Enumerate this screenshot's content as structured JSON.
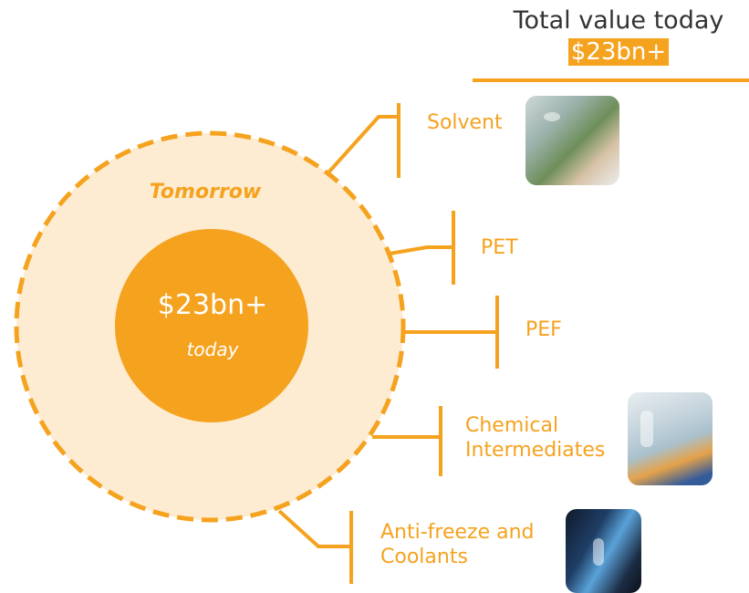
{
  "header": {
    "title": "Total value today",
    "value": "$23bn+"
  },
  "circle": {
    "outer_label": "Tomorrow",
    "inner_value": "$23bn+",
    "inner_sub": "today"
  },
  "branches": [
    {
      "label": "Solvent",
      "has_image": true
    },
    {
      "label": "PET",
      "has_image": false
    },
    {
      "label": "PEF",
      "has_image": false
    },
    {
      "label_line1": "Chemical",
      "label_line2": "Intermediates",
      "has_image": true
    },
    {
      "label_line1": "Anti-freeze and",
      "label_line2": "Coolants",
      "has_image": true
    }
  ],
  "colors": {
    "accent": "#f5a21f",
    "outer_fill": "#fdecd1",
    "title_text": "#333333"
  }
}
